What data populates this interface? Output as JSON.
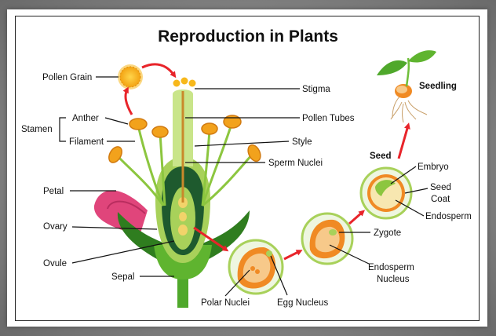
{
  "title": "Reproduction in Plants",
  "labels": {
    "pollen_grain": "Pollen Grain",
    "stamen": "Stamen",
    "anther": "Anther",
    "filament": "Filament",
    "petal": "Petal",
    "ovary": "Ovary",
    "ovule": "Ovule",
    "sepal": "Sepal",
    "stigma": "Stigma",
    "pollen_tubes": "Pollen Tubes",
    "style": "Style",
    "sperm_nuclei": "Sperm Nuclei",
    "polar_nuclei": "Polar Nuclei",
    "egg_nucleus": "Egg Nucleus",
    "zygote": "Zygote",
    "endosperm_nucleus_1": "Endosperm",
    "endosperm_nucleus_2": "Nucleus",
    "seed": "Seed",
    "embryo": "Embryo",
    "seed_coat_1": "Seed",
    "seed_coat_2": "Coat",
    "endosperm": "Endosperm",
    "seedling": "Seedling"
  },
  "colors": {
    "arrow": "#e8242a",
    "stem_green": "#4fa82b",
    "leaf_dark": "#2f7d1f",
    "ovary_dark": "#1e5a2e",
    "ovary_light": "#a8d15a",
    "petal_pink": "#e0457b",
    "anther_orange": "#f2a21c",
    "pollen_yellow": "#f7b81c",
    "seed_orange": "#f08a24",
    "seed_cream": "#f7e7b0",
    "circle_bg": "#eef6e0"
  }
}
